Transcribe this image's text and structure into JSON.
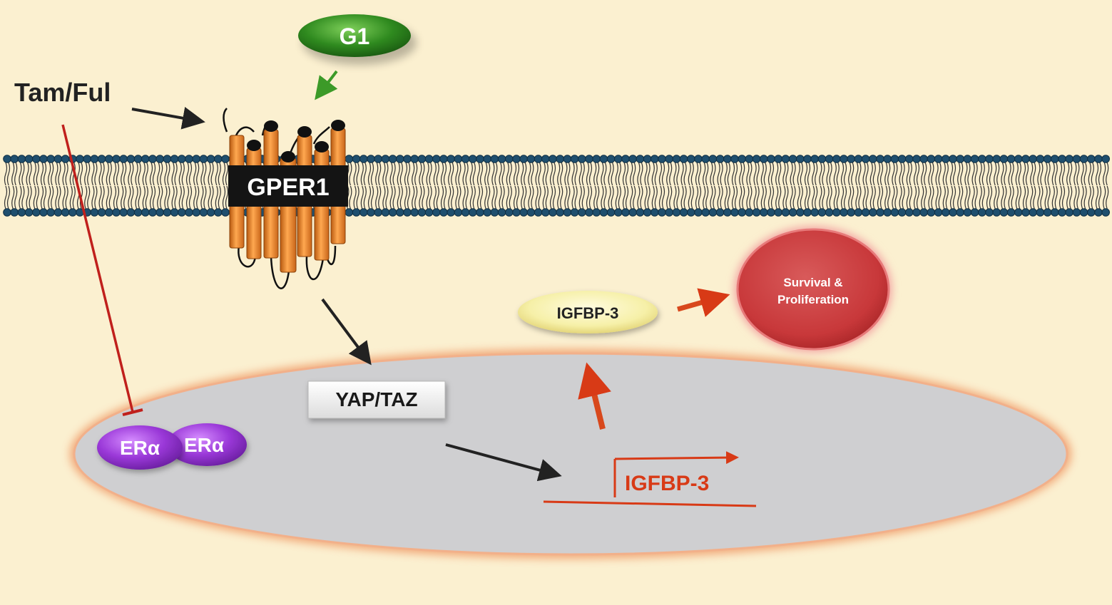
{
  "labels": {
    "g1": "G1",
    "tam_ful": "Tam/Ful",
    "gper1": "GPER1",
    "yap_taz": "YAP/TAZ",
    "era_1": "ERα",
    "era_2": "ERα",
    "igfbp3_gene": "IGFBP-3",
    "igfbp3_protein": "IGFBP-3",
    "survival_line1": "Survival &",
    "survival_line2": "Proliferation"
  },
  "colors": {
    "background": "#fbf0d0",
    "membrane_head": "#1f4f6e",
    "receptor": "#f08a2c",
    "g1_green": "#2f8a1f",
    "inhibition_red": "#c0201c",
    "nucleus_fill": "#cfcfd1",
    "nucleus_glow": "#f0a070",
    "era_purple": "#9a38d8",
    "igfbp_red": "#d83a16",
    "igfbp_yellow": "#f6f0a8",
    "survival_red": "#c8383a"
  }
}
